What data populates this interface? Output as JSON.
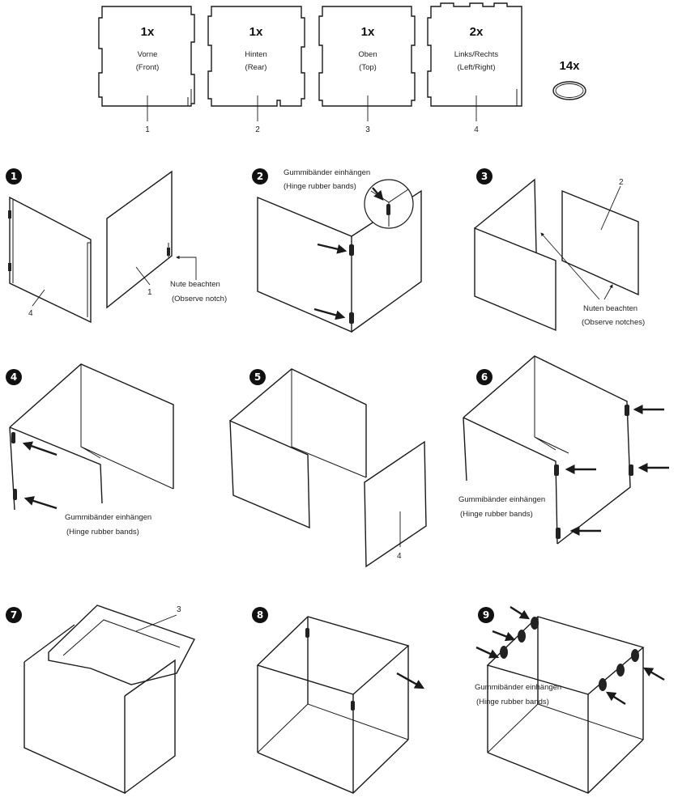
{
  "parts": [
    {
      "qty": "1x",
      "name_de": "Vorne",
      "name_en": "(Front)",
      "num": "1"
    },
    {
      "qty": "1x",
      "name_de": "Hinten",
      "name_en": "(Rear)",
      "num": "2"
    },
    {
      "qty": "1x",
      "name_de": "Oben",
      "name_en": "(Top)",
      "num": "3"
    },
    {
      "qty": "2x",
      "name_de": "Links/Rechts",
      "name_en": "(Left/Right)",
      "num": "4"
    }
  ],
  "rubber_bands": {
    "qty": "14x"
  },
  "steps": {
    "s1": {
      "num": "1",
      "label_a": "4",
      "label_b": "1",
      "note_de": "Nute beachten",
      "note_en": "(Observe notch)"
    },
    "s2": {
      "num": "2",
      "note_de": "Gummibänder einhängen",
      "note_en": "(Hinge rubber bands)"
    },
    "s3": {
      "num": "3",
      "label": "2",
      "note_de": "Nuten beachten",
      "note_en": "(Observe notches)"
    },
    "s4": {
      "num": "4",
      "note_de": "Gummibänder einhängen",
      "note_en": "(Hinge rubber bands)"
    },
    "s5": {
      "num": "5",
      "label": "4"
    },
    "s6": {
      "num": "6",
      "note_de": "Gummibänder einhängen",
      "note_en": "(Hinge rubber bands)"
    },
    "s7": {
      "num": "7",
      "label": "3"
    },
    "s8": {
      "num": "8"
    },
    "s9": {
      "num": "9",
      "note_de": "Gummibänder einhängen",
      "note_en": "(Hinge rubber bands)"
    }
  }
}
